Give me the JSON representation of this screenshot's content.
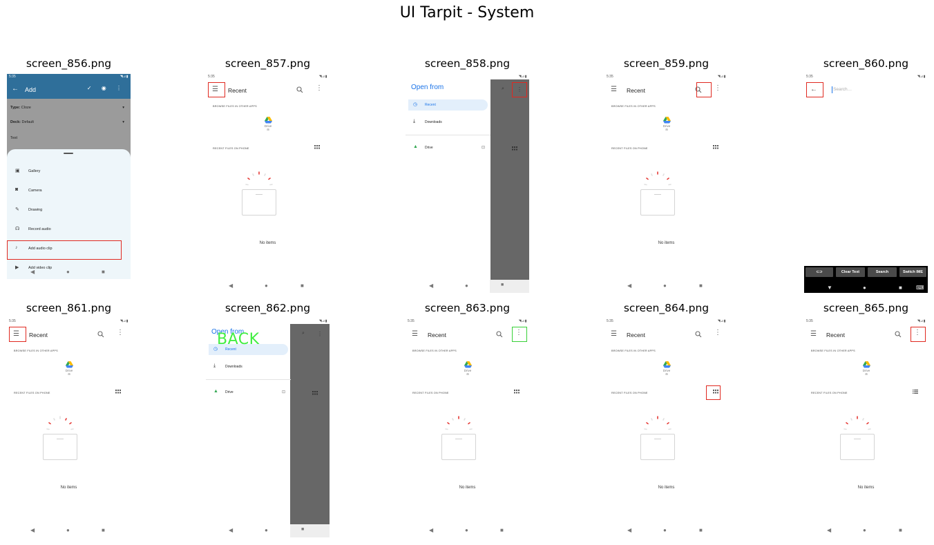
{
  "figure": {
    "title": "UI Tarpit - System"
  },
  "labels": {
    "s856": "screen_856.png",
    "s857": "screen_857.png",
    "s858": "screen_858.png",
    "s859": "screen_859.png",
    "s860": "screen_860.png",
    "s861": "screen_861.png",
    "s862": "screen_862.png",
    "s863": "screen_863.png",
    "s864": "screen_864.png",
    "s865": "screen_865.png"
  },
  "status_bar": {
    "time": "5:35",
    "left_icons": "↯ ◎ ⊕",
    "right_icons": "◥⊿▮"
  },
  "picker": {
    "menu_icon": "☰",
    "title": "Recent",
    "more_icon": "⋮",
    "browse_heading": "BROWSE FILES IN OTHER APPS",
    "drive_label": "Drive",
    "drive_sub": "⊞",
    "recent_heading": "RECENT FILES ON PHONE",
    "empty_text": "No items"
  },
  "drawer": {
    "title": "Open from",
    "items": [
      "Recent",
      "Downloads",
      "Drive"
    ]
  },
  "anki": {
    "title": "Add",
    "back_icon": "←",
    "actions": "✓ ◉ ⋮",
    "type_label": "Type:",
    "type_value": "Cloze",
    "deck_label": "Deck:",
    "deck_value": "Default",
    "text_label": "Text",
    "attach_options": [
      "Gallery",
      "Camera",
      "Drawing",
      "Record audio",
      "Add audio clip",
      "Add video clip"
    ]
  },
  "search": {
    "back_icon": "←",
    "placeholder": "Search…"
  },
  "ime": {
    "keys": [
      "⊂⊃",
      "Clear Text",
      "Search",
      "Switch IME"
    ]
  },
  "nav_bar": {
    "back": "◀",
    "home": "●",
    "recents": "■",
    "ime_back": "▼",
    "ime_kbd": "⌨"
  },
  "overlay": {
    "back_text": "BACK"
  },
  "colors": {
    "highlight": "#e0281f",
    "success_highlight": "#36d036",
    "accent": "#1a73e8",
    "anki_bar": "#2f6f9a"
  }
}
